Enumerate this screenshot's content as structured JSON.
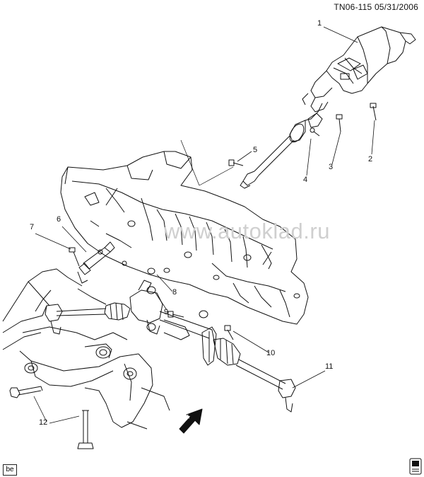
{
  "header": {
    "code": "TN06-115",
    "date": "05/31/2006"
  },
  "watermark": "www.autoklad.ru",
  "callouts": [
    "1",
    "2",
    "3",
    "4",
    "5",
    "6",
    "7",
    "8",
    "9",
    "10",
    "11",
    "12"
  ],
  "corner_tag": "be",
  "direction_arrow": "FRT",
  "icons": {
    "manual_icon": "book-icon",
    "direction_icon": "forward-arrow-icon"
  }
}
